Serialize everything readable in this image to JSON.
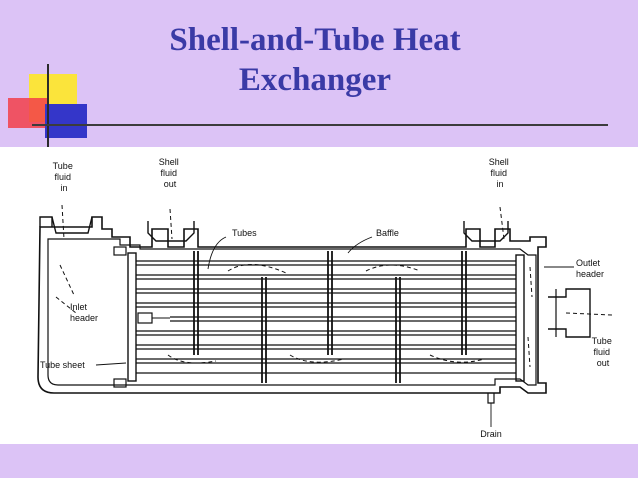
{
  "title": {
    "line1": "Shell-and-Tube Heat",
    "line2": "Exchanger"
  },
  "colors": {
    "background": "#dcc3f6",
    "title": "#3a3aa6",
    "deco_yellow": "#fbe43b",
    "deco_red": "#f2404a",
    "deco_blue": "#3436c9"
  },
  "labels": {
    "tube_fluid_in": [
      "Tube",
      "fluid",
      "in"
    ],
    "shell_fluid_out": [
      "Shell",
      "fluid",
      "out"
    ],
    "shell_fluid_in": [
      "Shell",
      "fluid",
      "in"
    ],
    "tubes": "Tubes",
    "baffle": "Baffle",
    "outlet_header": [
      "Outlet",
      "header"
    ],
    "inlet_header": [
      "Inlet",
      "header"
    ],
    "tube_sheet": "Tube sheet",
    "tube_fluid_out": [
      "Tube",
      "fluid",
      "out"
    ],
    "drain": "Drain"
  }
}
